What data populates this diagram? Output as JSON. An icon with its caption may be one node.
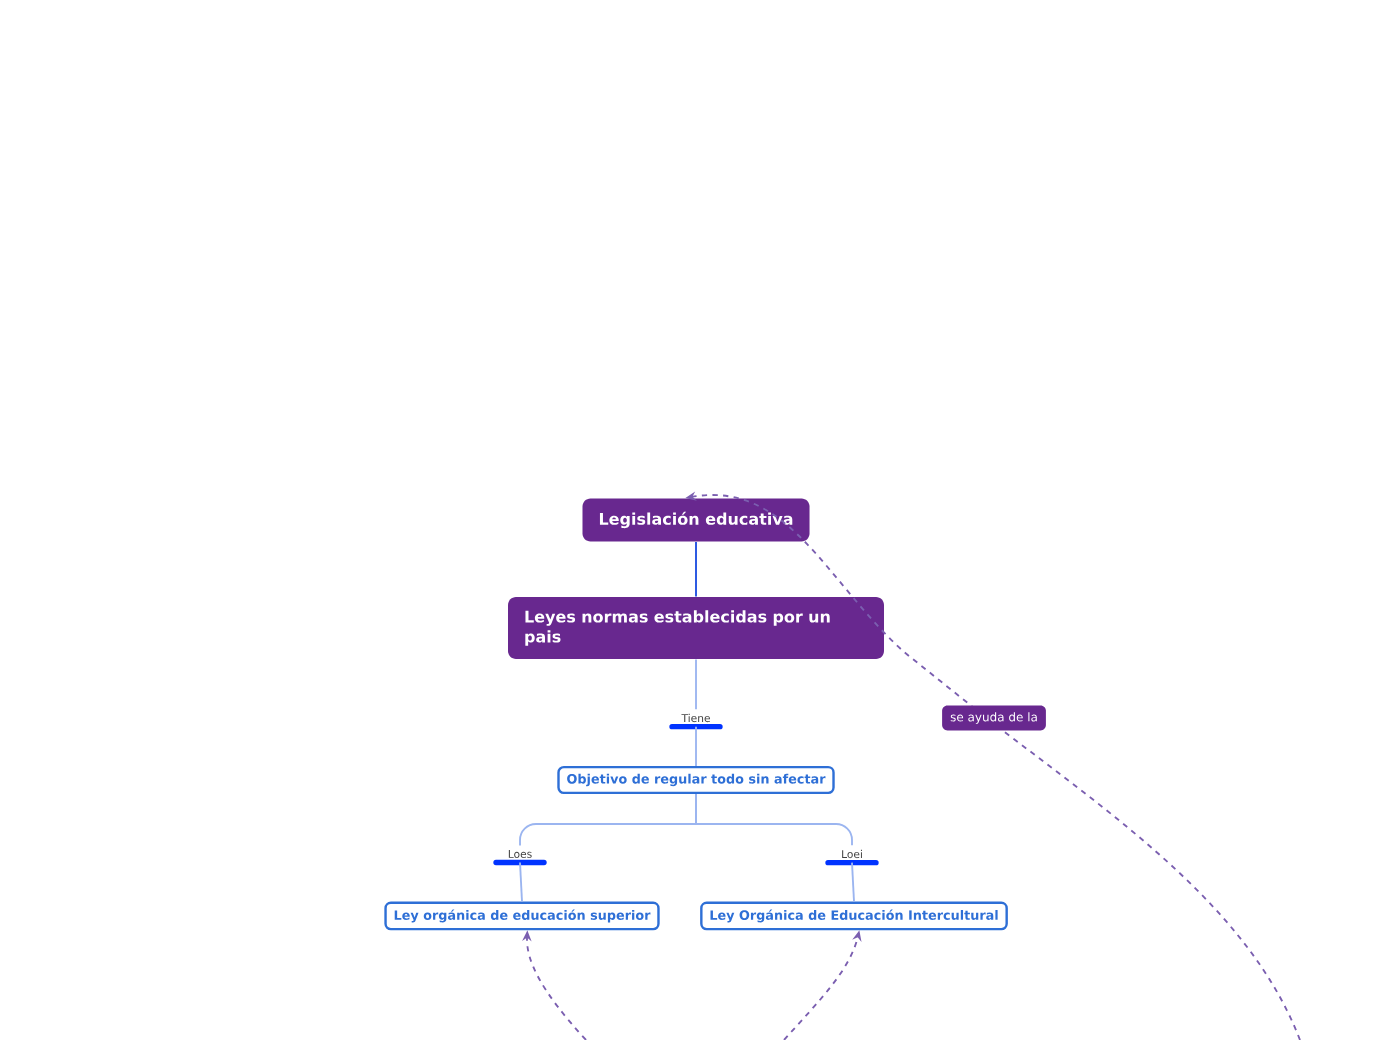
{
  "diagram": {
    "nodes": [
      {
        "text": [
          "Legislación educativa"
        ]
      },
      {
        "text": [
          "Leyes normas establecidas por un pais"
        ]
      },
      {
        "text": [
          "Tiene"
        ]
      },
      {
        "text": [
          "Objetivo de regular todo sin afectar"
        ]
      },
      {
        "text": [
          "Loes"
        ]
      },
      {
        "text": [
          "Loei"
        ]
      },
      {
        "text": [
          "Ley orgánica de educación superior"
        ]
      },
      {
        "text": [
          "Ley Orgánica de Educación Intercultural"
        ]
      }
    ],
    "edges": [
      {
        "from": 0,
        "to": 1,
        "arrow": "none",
        "color": "#1f4fe0"
      },
      {
        "from": 1,
        "to": 2,
        "arrow": "none"
      },
      {
        "from": 2,
        "to": 3,
        "arrow": "none"
      },
      {
        "from": 3,
        "to": 4,
        "arrow": "none"
      },
      {
        "from": 3,
        "to": 5,
        "arrow": "none"
      },
      {
        "from": 4,
        "to": 6,
        "arrow": "none"
      },
      {
        "from": 5,
        "to": 7,
        "arrow": "none"
      },
      {
        "from": null,
        "to": 0,
        "arrow": "to",
        "style": "dashed",
        "color": "#7b5fb0",
        "label": "se ayuda de la"
      },
      {
        "from": null,
        "to": 6,
        "arrow": "to",
        "style": "dashed",
        "color": "#7b5fb0"
      },
      {
        "from": null,
        "to": 7,
        "arrow": "to",
        "style": "dashed",
        "color": "#7b5fb0"
      }
    ]
  }
}
